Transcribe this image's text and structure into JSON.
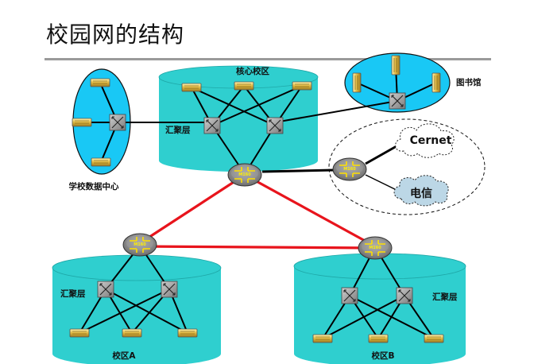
{
  "title": "校园网的结构",
  "labels": {
    "core_campus": "核心校区",
    "library": "图书馆",
    "data_center": "学校数据中心",
    "agg_core": "汇聚层",
    "agg_a": "汇聚层",
    "agg_b": "汇聚层",
    "campus_a": "校区A",
    "campus_b": "校区B",
    "cernet": "Cernet",
    "telecom": "电信"
  },
  "router_label": "M160",
  "colors": {
    "cyan": "#2fcfcf",
    "light_blue": "#19c8f5",
    "red_link": "#e8141c",
    "black_link": "#000000"
  },
  "icons": [
    "switch-icon",
    "server-icon",
    "router-icon",
    "cloud-icon"
  ]
}
